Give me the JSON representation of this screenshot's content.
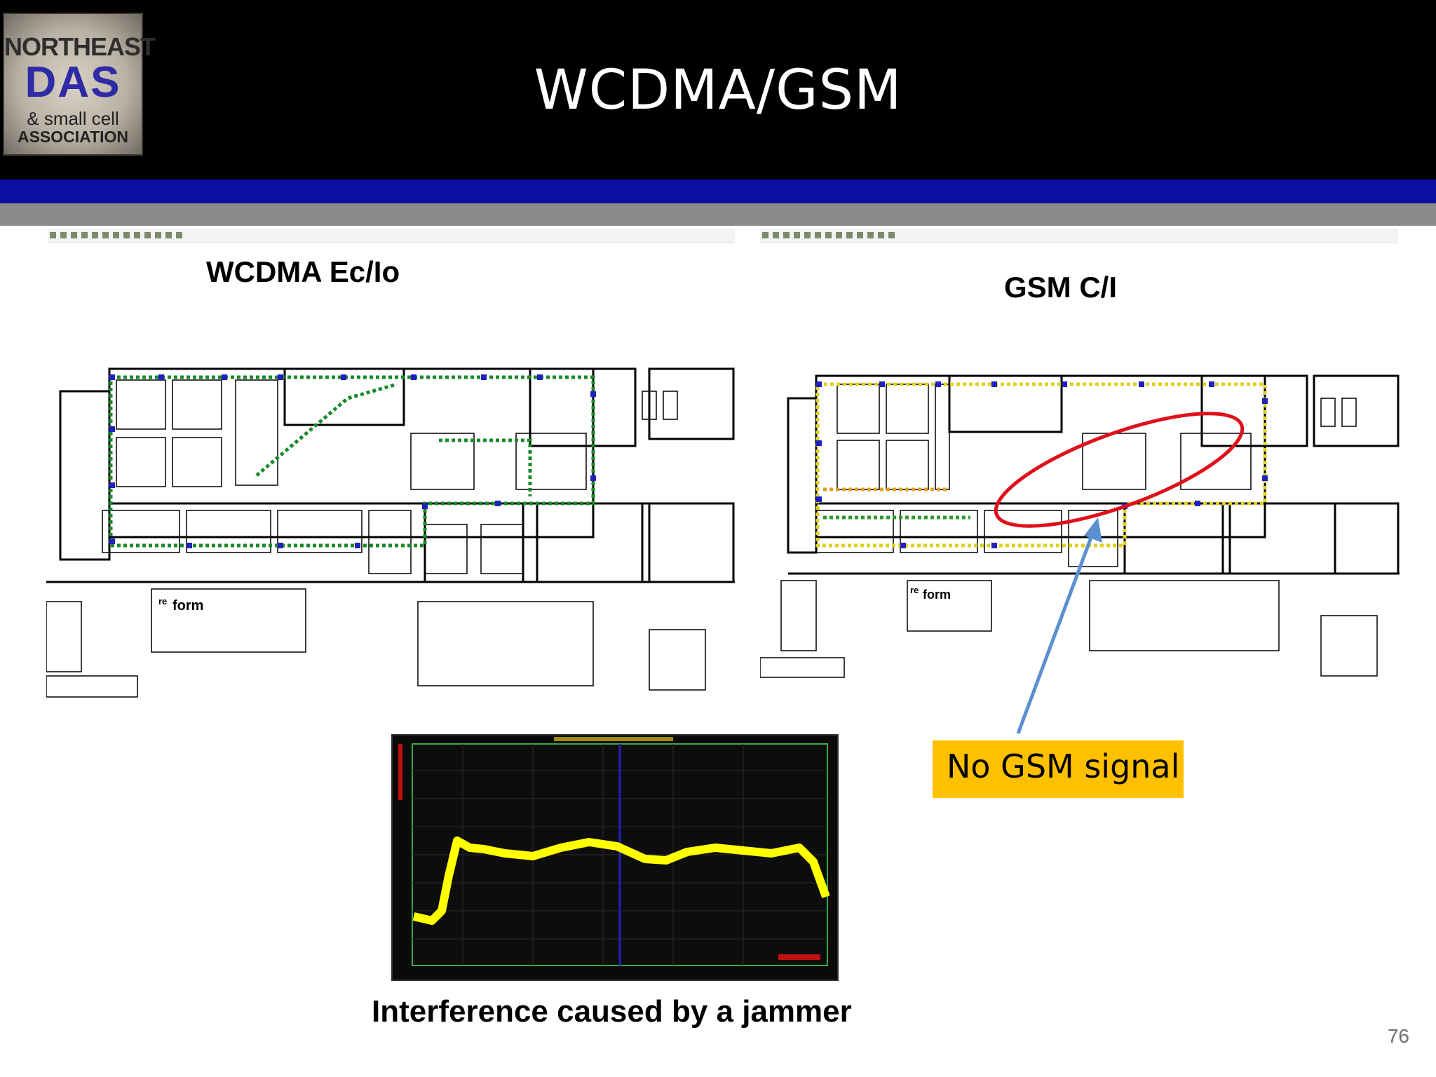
{
  "logo": {
    "line1": "NORTHEAST",
    "line2": "DAS",
    "line3": "& small cell",
    "line4": "ASSOCIATION"
  },
  "title": "WCDMA/GSM",
  "left_panel": {
    "label": "WCDMA Ec/Io",
    "stamp": "form",
    "stamp_prefix": "re"
  },
  "right_panel": {
    "label": "GSM C/I",
    "stamp": "form",
    "stamp_prefix": "re"
  },
  "callout": "No GSM signal",
  "jammer": {
    "caption": "Interference caused by a jammer"
  },
  "page_number": "76",
  "colors": {
    "header": "#000000",
    "band_blue": "#0a0fa0",
    "band_grey": "#8a8a8a",
    "callout": "#ffc000",
    "highlight": "#e0101a",
    "arrow": "#5b8fd0",
    "trace": "#ffff00",
    "marker": "#2020c0"
  }
}
